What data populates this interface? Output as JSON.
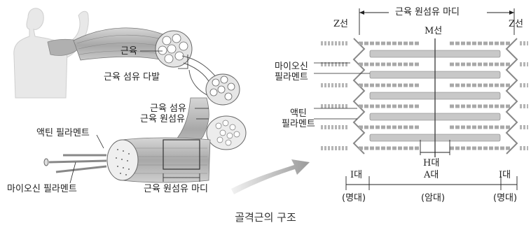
{
  "left_labels": {
    "muscle": "근육",
    "muscle_fiber_bundle": "근육 섬유 다발",
    "muscle_fiber": "근육 섬유",
    "myofibril": "근육 원섬유",
    "actin_filament": "액틴 필라멘트",
    "myosin_filament": "마이오신 필라멘트",
    "myofibril_segment": "근육 원섬유 마디"
  },
  "right_labels": {
    "sarcomere": "근육 원섬유 마디",
    "z_line_left": "Z선",
    "z_line_right": "Z선",
    "m_line": "M선",
    "myosin_filament": "마이오신\n필라멘트",
    "actin_filament": "액틴\n필라멘트",
    "h_band": "H대",
    "i_band_left": "I대",
    "a_band": "A대",
    "i_band_right": "I대",
    "light_band_left": "(명대)",
    "dark_band": "(암대)",
    "light_band_right": "(명대)"
  },
  "caption": "골격근의 구조",
  "colors": {
    "ink": "#222222",
    "muscle": "#bdbdbd",
    "filament": "#9e9e9e",
    "body": "#e6e6e6"
  }
}
